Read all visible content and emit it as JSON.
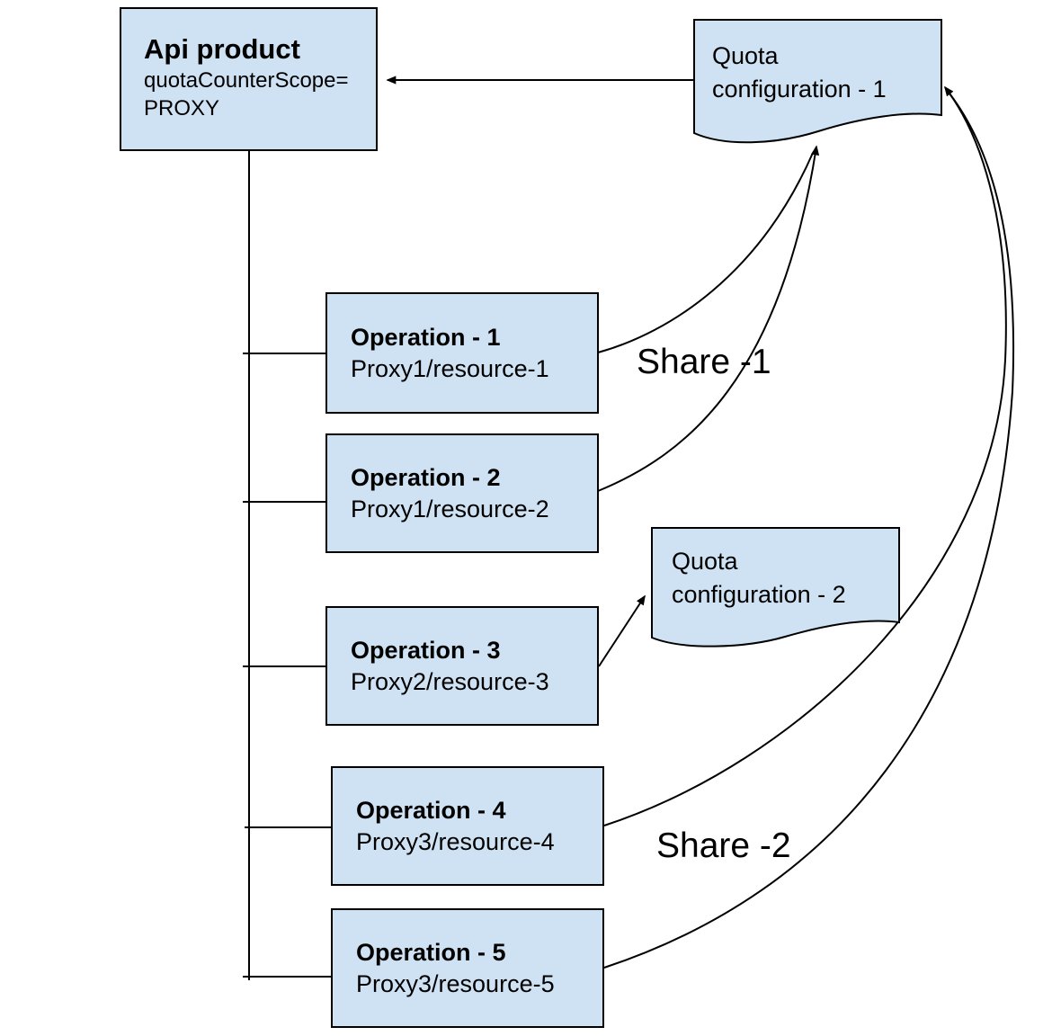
{
  "diagram": {
    "api_product": {
      "title": "Api product",
      "subtitle": "quotaCounterScope=\nPROXY"
    },
    "quota_config_1": {
      "label": "Quota\nconfiguration - 1"
    },
    "quota_config_2": {
      "label": "Quota\nconfiguration - 2"
    },
    "operations": [
      {
        "title": "Operation - 1",
        "resource": "Proxy1/resource-1"
      },
      {
        "title": "Operation - 2",
        "resource": "Proxy1/resource-2"
      },
      {
        "title": "Operation - 3",
        "resource": "Proxy2/resource-3"
      },
      {
        "title": "Operation - 4",
        "resource": "Proxy3/resource-4"
      },
      {
        "title": "Operation - 5",
        "resource": "Proxy3/resource-5"
      }
    ],
    "labels": {
      "share_1": "Share -1",
      "share_2": "Share -2"
    },
    "colors": {
      "shape-fill": "#cfe2f3",
      "shape-border": "#000000",
      "connector": "#000000"
    }
  }
}
